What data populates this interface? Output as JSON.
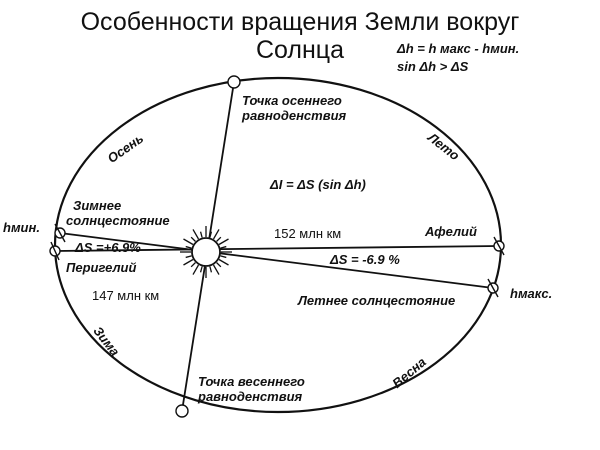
{
  "title": {
    "line1": "Особенности вращения Земли вокруг",
    "line2": "Солнца"
  },
  "formulas": {
    "dh": "Δh = h макс - hмин.",
    "sin_ds": "sin  Δh > ΔS",
    "di": "ΔI = ΔS (sin Δh)",
    "ds_plus": "ΔS =+6.9%",
    "ds_minus": "ΔS = -6.9 %"
  },
  "points": {
    "autumn_equinox": [
      "Точка осеннего",
      "равноденствия"
    ],
    "spring_equinox": [
      "Точка весеннего",
      "равноденствия"
    ],
    "winter_solstice": [
      "Зимнее",
      "солнцестояние"
    ],
    "summer_solstice": "Летнее солнцестояние",
    "perihelion": "Перигелий",
    "aphelion": "Афелий",
    "h_min": "hмин.",
    "h_max": "hмакс."
  },
  "seasons": {
    "autumn": "Осень",
    "summer": "Лето",
    "winter": "Зима",
    "spring": "Весна"
  },
  "distances": {
    "aphelion": "152 млн км",
    "perihelion": "147 млн км"
  }
}
